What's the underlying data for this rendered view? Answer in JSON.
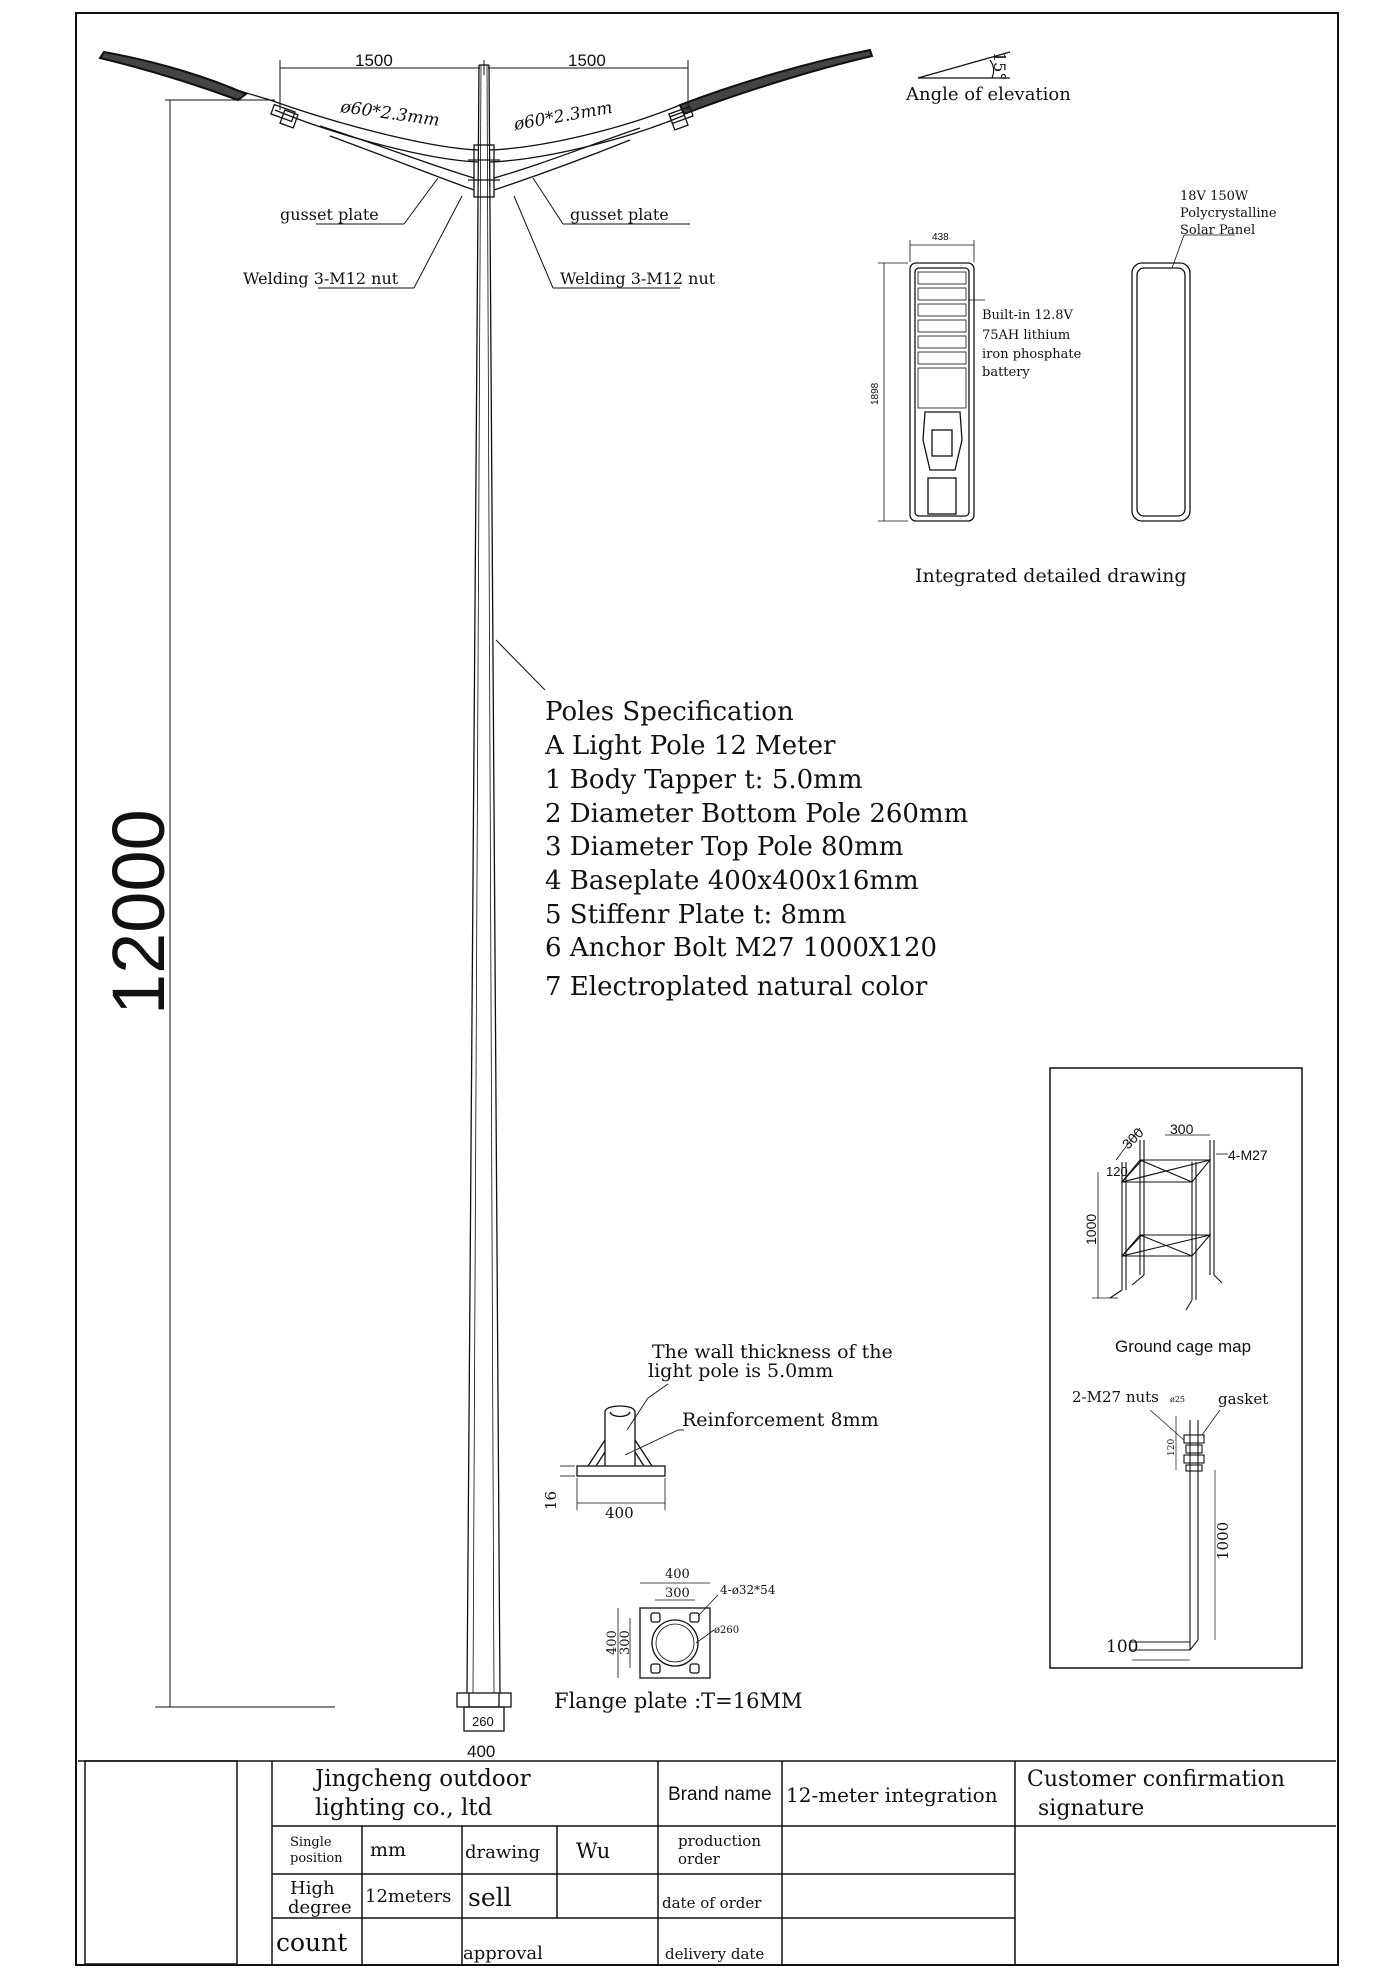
{
  "pole": {
    "height_dim": "12000",
    "arm_left_dim": "1500",
    "arm_right_dim": "1500",
    "arm_left_pipe": "ø60*2.3mm",
    "arm_right_pipe": "ø60*2.3mm",
    "gusset_left": "gusset plate",
    "gusset_right": "gusset plate",
    "weld_left": "Welding 3-M12 nut",
    "weld_right": "Welding 3-M12 nut",
    "base_inner_dim": "260",
    "base_outer_dim": "400"
  },
  "elevation": {
    "angle": "15°",
    "label": "Angle of elevation"
  },
  "integrated": {
    "width_dim": "438",
    "height_dim": "1898",
    "battery_lines": [
      "Built-in 12.8V",
      "75AH lithium",
      "iron phosphate",
      "battery"
    ],
    "panel_lines": [
      "18V 150W",
      "Polycrystalline",
      "Solar Panel"
    ],
    "caption": "Integrated detailed drawing"
  },
  "spec": {
    "title": "Poles Specification",
    "lines": [
      "A Light Pole 12 Meter",
      "1 Body Tapper t: 5.0mm",
      "2 Diameter Bottom Pole 260mm",
      "3 Diameter Top Pole 80mm",
      "4 Baseplate 400x400x16mm",
      "5 Stiffenr Plate t: 8mm",
      "6 Anchor Bolt M27 1000X120",
      "7 Electroplated natural color"
    ]
  },
  "base": {
    "wall_note_1": "The wall thickness of the",
    "wall_note_2": "light pole is 5.0mm",
    "reinforcement": "Reinforcement 8mm",
    "thickness_dim": "16",
    "width_dim": "400"
  },
  "flange": {
    "outer_dim": "400",
    "inner_dim": "300",
    "side_outer_dim": "400",
    "side_inner_dim": "300",
    "holes": "4-ø32*54",
    "bore": "ø260",
    "caption": "Flange plate :T=16MM"
  },
  "cage": {
    "dim_a": "300",
    "dim_b": "300",
    "bolts": "4-M27",
    "dim_120": "120",
    "dim_1000": "1000",
    "caption": "Ground cage map",
    "nuts": "2-M27 nuts",
    "nut_dia": "ø25",
    "gasket": "gasket",
    "bolt_120": "120",
    "bolt_1000": "1000",
    "bolt_100": "100"
  },
  "title_block": {
    "company_1": "Jingcheng outdoor",
    "company_2": "lighting co., ltd",
    "brand_label": "Brand name",
    "brand_value": "12-meter integration",
    "confirm_1": "Customer confirmation",
    "confirm_2": "signature",
    "unit_label_1": "Single",
    "unit_label_2": "position",
    "unit_value": "mm",
    "drawing_label": "drawing",
    "drawing_value": "Wu",
    "production_1": "production",
    "production_2": "order",
    "height_label_1": "High",
    "height_label_2": "degree",
    "height_value": "12meters",
    "sell_label": "sell",
    "order_date": "date of order",
    "count_label": "count",
    "approval_label": "approval",
    "delivery_label": "delivery date"
  }
}
